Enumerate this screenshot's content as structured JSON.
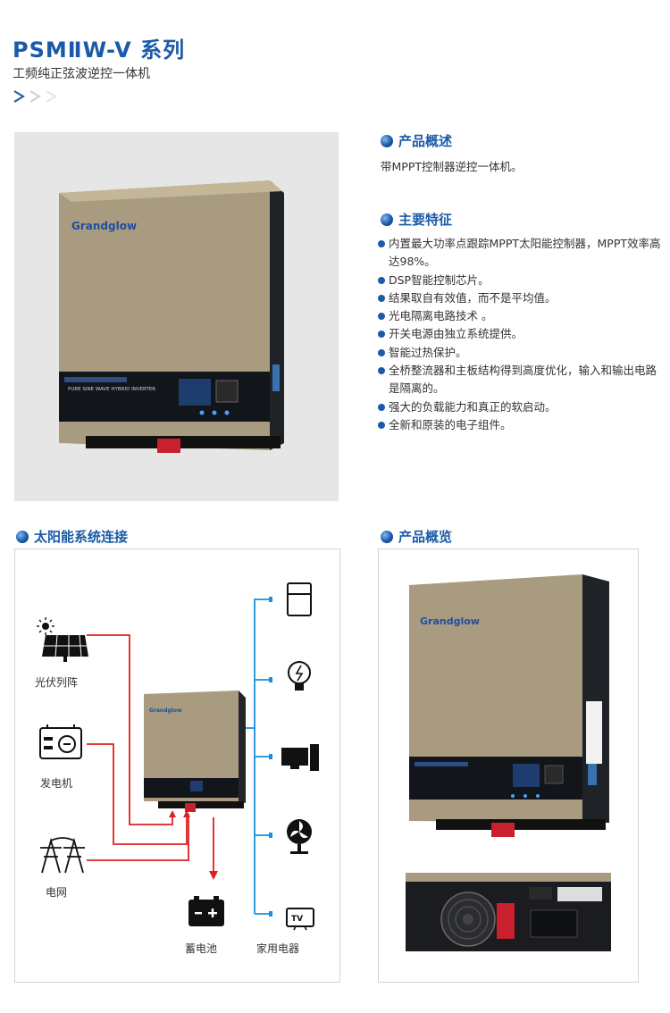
{
  "header": {
    "title": "PSMⅡW-V 系列",
    "subtitle": "工频纯正弦波逆控一体机"
  },
  "product_photo": {
    "brand": "Grandglow",
    "panel_text": "PURE SINE WAVE HYBRID INVERTER"
  },
  "overview_section": {
    "heading": "产品概述",
    "text": "带MPPT控制器逆控一体机。"
  },
  "features_section": {
    "heading": "主要特征",
    "items": [
      "内置最大功率点跟踪MPPT太阳能控制器，MPPT效率高达98%。",
      "DSP智能控制芯片。",
      "结果取自有效值，而不是平均值。",
      "光电隔离电路技术 。",
      "开关电源由独立系统提供。",
      "智能过热保护。",
      "全桥整流器和主板结构得到高度优化，输入和输出电路是隔离的。",
      "强大的负载能力和真正的软启动。",
      "全新和原装的电子组件。"
    ]
  },
  "solar_section": {
    "heading": "太阳能系统连接",
    "sources": [
      "光伏列阵",
      "发电机",
      "电网"
    ],
    "battery": "蓄电池",
    "appliances": "家用电器"
  },
  "preview_section": {
    "heading": "产品概览"
  },
  "colors": {
    "accent": "#1a5aa8",
    "red_line": "#e02020",
    "blue_line": "#1a8fe0",
    "panel_gold": "#a89a7e"
  }
}
